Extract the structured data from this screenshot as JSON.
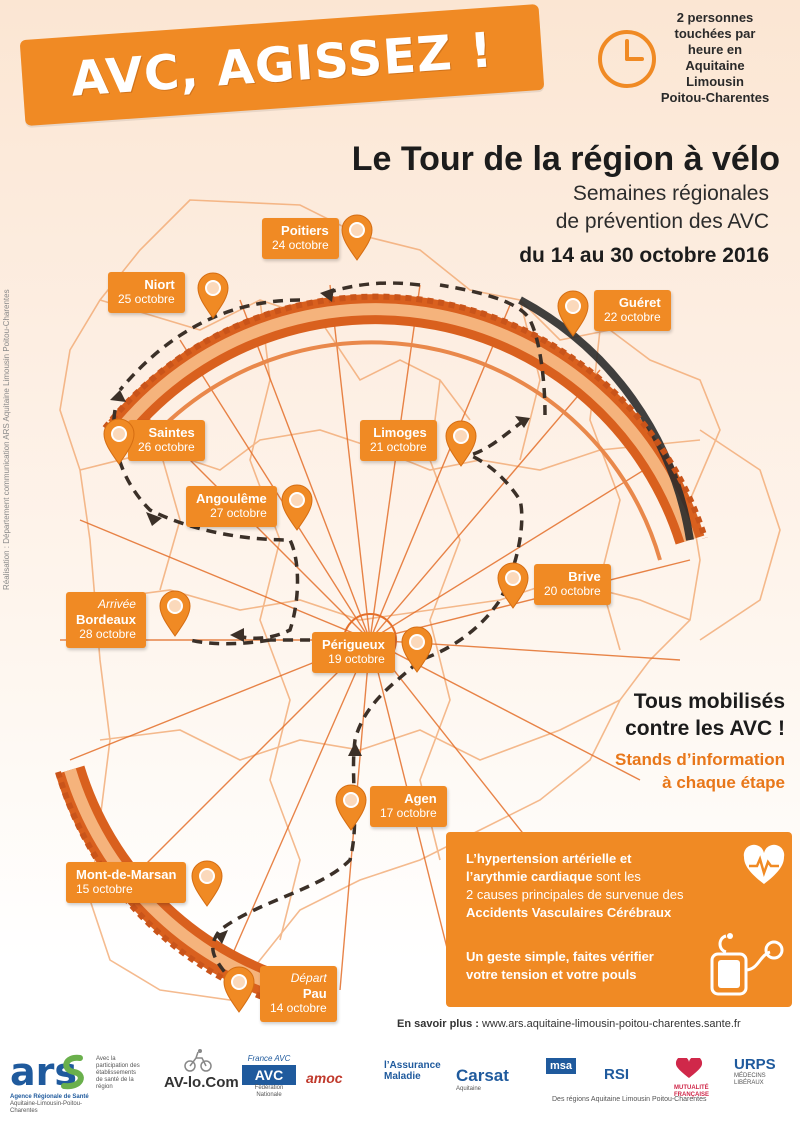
{
  "banner": {
    "text": "AVC, AGISSEZ !"
  },
  "stat": {
    "lines": [
      "2 personnes",
      "touchées par",
      "heure en",
      "Aquitaine",
      "Limousin",
      "Poitou-Charentes"
    ]
  },
  "title": "Le Tour de la région à vélo",
  "subtitle": {
    "line1": "Semaines régionales",
    "line2": "de prévention des AVC"
  },
  "dates": "du 14 au 30 octobre 2016",
  "stops": [
    {
      "city": "Poitiers",
      "date": "24 octobre"
    },
    {
      "city": "Niort",
      "date": "25 octobre"
    },
    {
      "city": "Guéret",
      "date": "22 octobre"
    },
    {
      "city": "Saintes",
      "date": "26 octobre"
    },
    {
      "city": "Limoges",
      "date": "21 octobre"
    },
    {
      "city": "Angoulême",
      "date": "27 octobre"
    },
    {
      "city": "Brive",
      "date": "20 octobre"
    },
    {
      "city": "Bordeaux",
      "date": "28 octobre",
      "pre": "Arrivée"
    },
    {
      "city": "Périgueux",
      "date": "19 octobre"
    },
    {
      "city": "Agen",
      "date": "17 octobre"
    },
    {
      "city": "Mont-de-Marsan",
      "date": "15 octobre"
    },
    {
      "city": "Pau",
      "date": "14 octobre",
      "pre": "Départ"
    }
  ],
  "mobilisation": {
    "line1": "Tous mobilisés",
    "line2": "contre les AVC !",
    "line3": "Stands d’information",
    "line4": "à chaque étape"
  },
  "info": {
    "a1": "L’hypertension artérielle et",
    "a2": "l’arythmie cardiaque",
    "a3": " sont les",
    "a4": "2 causes principales de survenue des",
    "a5": "Accidents Vasculaires Cérébraux",
    "b1": "Un geste simple, faites vérifier",
    "b2": "votre tension et votre pouls"
  },
  "more": {
    "label": "En savoir plus :",
    "url": "www.ars.aquitaine-limousin-poitou-charentes.sante.fr"
  },
  "credit": "Réalisation : Département communication ARS Aquitaine Limousin Poitou-Charentes",
  "footer": {
    "ars": "ars",
    "ars_sub1": "Agence Régionale de Santé",
    "ars_sub2": "Aquitaine-Limousin-Poitou-Charentes",
    "participation": [
      "Avec la",
      "participation des",
      "établissements",
      "de santé de la",
      "région"
    ],
    "avlocom": "AV-lo.Com",
    "france_avc": "France AVC",
    "france_avc_sub": "Fédération Nationale",
    "amoc": "amoc",
    "assurance1": "l’Assurance",
    "assurance2": "Maladie",
    "carsat": "Carsat",
    "carsat_sub": "Aquitaine",
    "msa": "msa",
    "rsi": "RSI",
    "mutualite": "MUTUALITÉ FRANÇAISE",
    "urps": "URPS",
    "urps_sub": "MÉDECINS LIBÉRAUX",
    "regions": "Des régions Aquitaine Limousin Poitou-Charentes"
  },
  "colors": {
    "accent": "#f08a24",
    "dark": "#1c1c1c",
    "wheel": "#e8772a"
  }
}
